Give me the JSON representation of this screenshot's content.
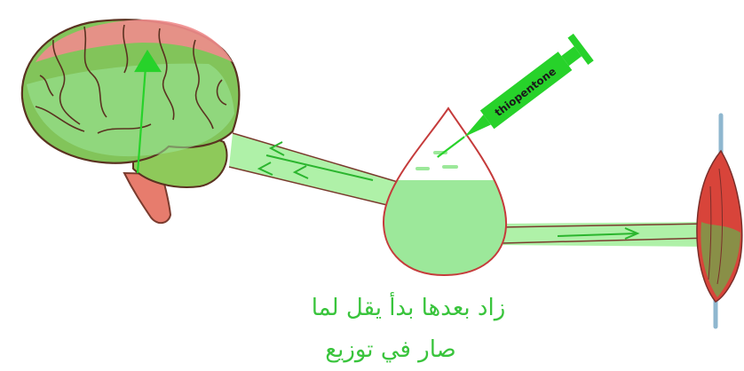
{
  "syringe": {
    "label": "thiopentone"
  },
  "caption": {
    "line1": "زاد بعدها بدأ يقل لما",
    "line2": "صار في توزيع"
  },
  "colors": {
    "green_fill": "#9ce89a",
    "green_line": "#2bb52e",
    "bright_green": "#27d22a",
    "outline_red": "#c53b3b",
    "muscle_red": "#d8443a",
    "brain_pink": "#ef8c8c",
    "brain_green": "#7fbf4e",
    "brainstem": "#e77c6d"
  },
  "icons": {
    "brain": "brain-illustration",
    "drop": "blood-drop-compartment",
    "syringe": "syringe",
    "muscle": "muscle-illustration"
  }
}
